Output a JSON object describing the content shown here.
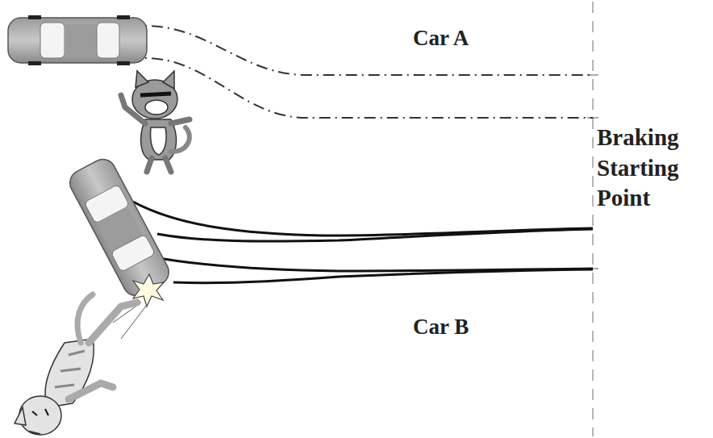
{
  "diagram": {
    "labels": [
      "Car A",
      "Braking Starting Point",
      "Car B"
    ]
  }
}
